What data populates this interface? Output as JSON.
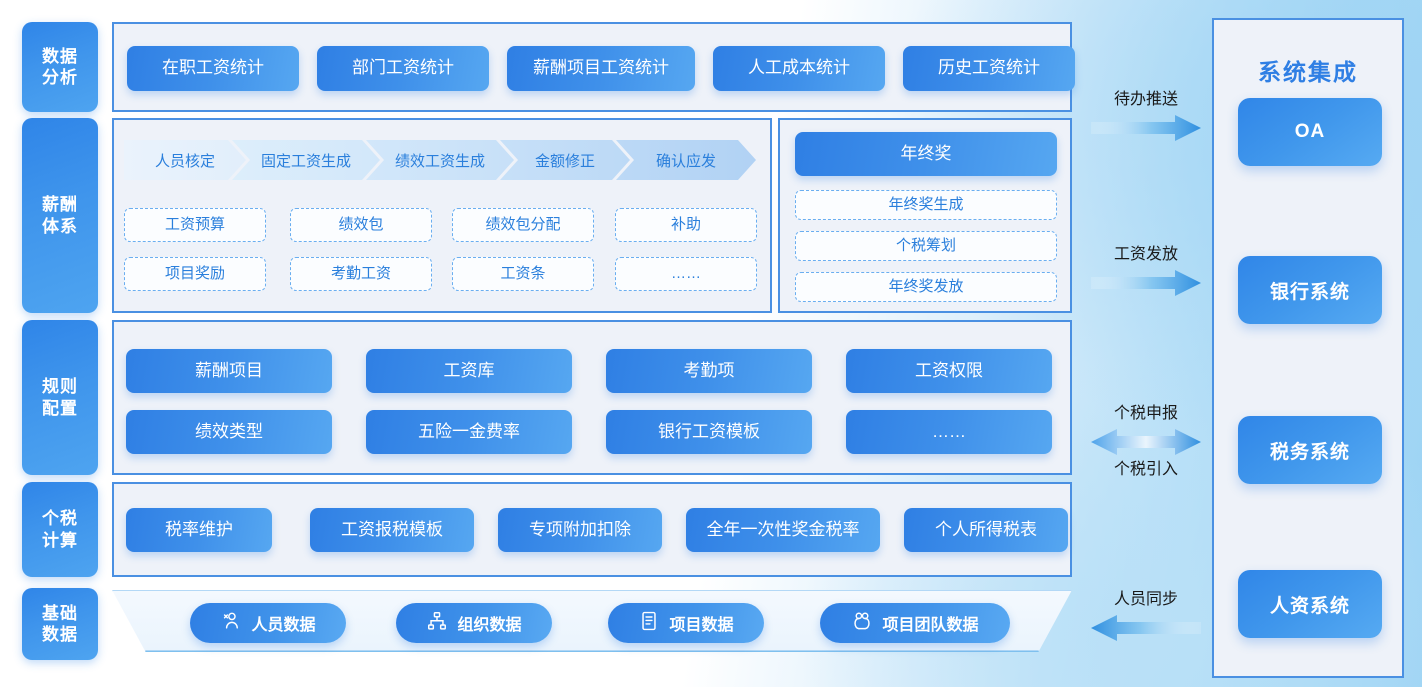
{
  "sidebar": {
    "items": [
      {
        "name": "data-analysis",
        "line1": "数据",
        "line2": "分析"
      },
      {
        "name": "compensation-system",
        "line1": "薪酬",
        "line2": "体系"
      },
      {
        "name": "rule-config",
        "line1": "规则",
        "line2": "配置"
      },
      {
        "name": "tax-calculation",
        "line1": "个税",
        "line2": "计算"
      },
      {
        "name": "base-data",
        "line1": "基础",
        "line2": "数据"
      }
    ]
  },
  "data_analysis": {
    "buttons": [
      "在职工资统计",
      "部门工资统计",
      "薪酬项目工资统计",
      "人工成本统计",
      "历史工资统计"
    ]
  },
  "compensation": {
    "process_steps": [
      "人员核定",
      "固定工资生成",
      "绩效工资生成",
      "金额修正",
      "确认应发"
    ],
    "items": [
      "工资预算",
      "绩效包",
      "绩效包分配",
      "补助",
      "项目奖励",
      "考勤工资",
      "工资条",
      "……"
    ],
    "bonus": {
      "title": "年终奖",
      "items": [
        "年终奖生成",
        "个税筹划",
        "年终奖发放"
      ]
    }
  },
  "rule_config": {
    "buttons": [
      "薪酬项目",
      "工资库",
      "考勤项",
      "工资权限",
      "绩效类型",
      "五险一金费率",
      "银行工资模板",
      "……"
    ]
  },
  "tax_calculation": {
    "buttons": [
      "税率维护",
      "工资报税模板",
      "专项附加扣除",
      "全年一次性奖金税率",
      "个人所得税表"
    ]
  },
  "base_data": {
    "buttons": [
      {
        "label": "人员数据",
        "icon": "person-icon"
      },
      {
        "label": "组织数据",
        "icon": "org-chart-icon"
      },
      {
        "label": "项目数据",
        "icon": "document-icon"
      },
      {
        "label": "项目团队数据",
        "icon": "team-icon"
      }
    ]
  },
  "integration": {
    "title": "系统集成",
    "systems": [
      "OA",
      "银行系统",
      "税务系统",
      "人资系统"
    ],
    "arrows": [
      {
        "label_top": "待办推送",
        "label_bottom": "",
        "direction": "right"
      },
      {
        "label_top": "工资发放",
        "label_bottom": "",
        "direction": "right"
      },
      {
        "label_top": "个税申报",
        "label_bottom": "个税引入",
        "direction": "both"
      },
      {
        "label_top": "人员同步",
        "label_bottom": "",
        "direction": "left"
      }
    ]
  },
  "colors": {
    "accent": "#2f7fe4",
    "panel_border": "#4a90e2",
    "panel_bg": "#eef2f9",
    "background": "#9cd3f4"
  }
}
